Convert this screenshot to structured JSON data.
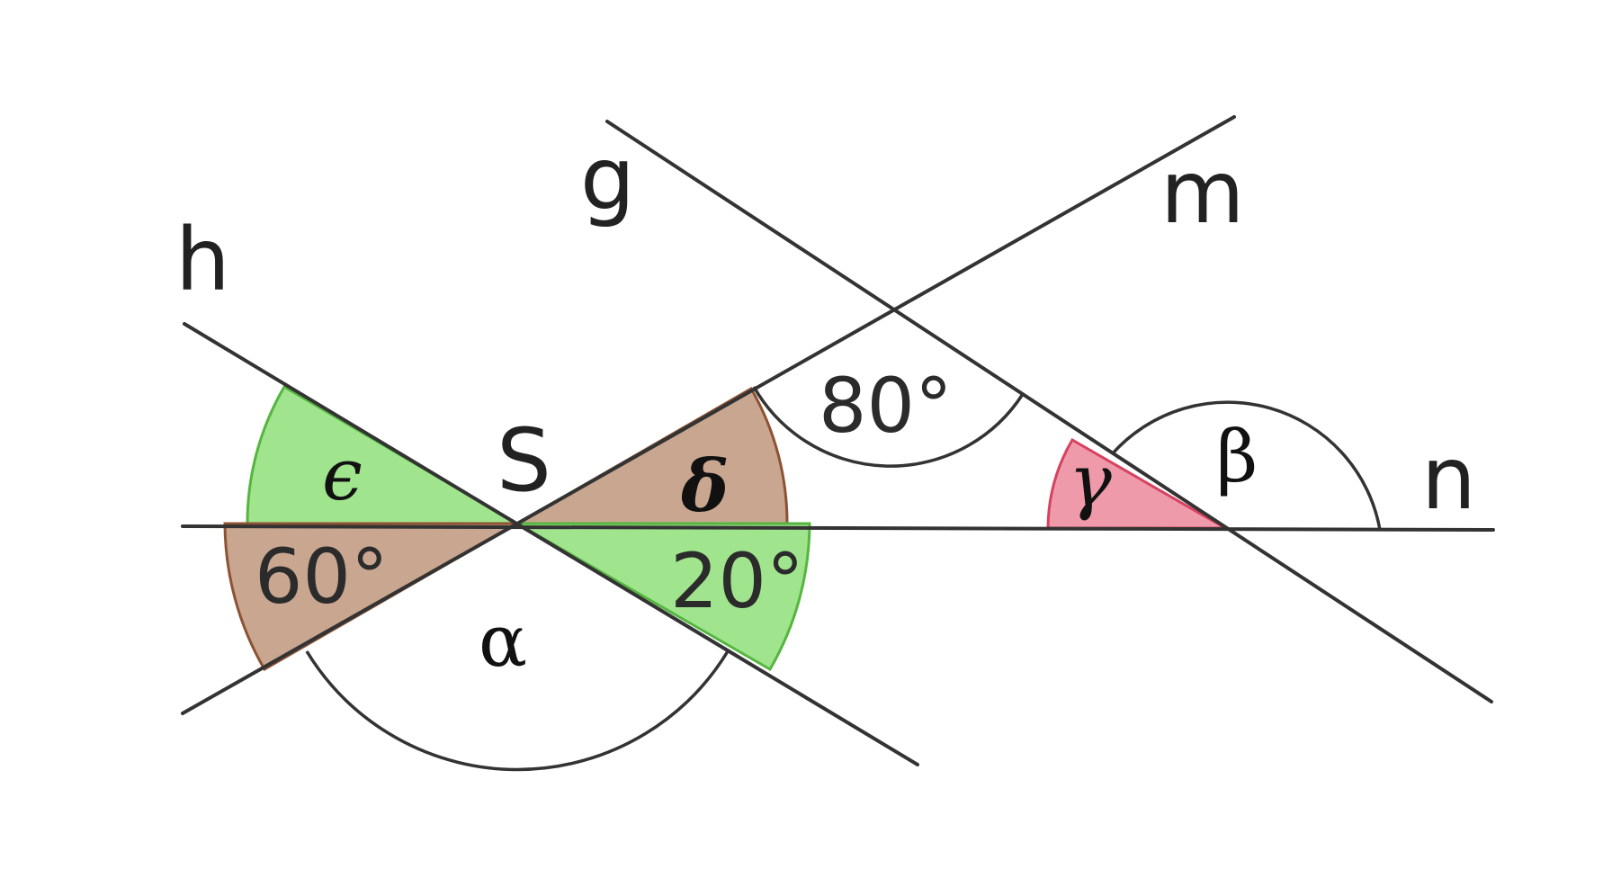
{
  "diagram": {
    "labels": {
      "h": "h",
      "g": "g",
      "m": "m",
      "n": "n",
      "S": "S"
    },
    "angles": {
      "alpha": "α",
      "beta": "β",
      "gamma": "γ",
      "delta": "δ",
      "epsilon": "ϵ",
      "given_60": "60°",
      "given_20": "20°",
      "given_80": "80°"
    },
    "colors": {
      "line": "#333333",
      "green_fill": "#a0e48e",
      "green_stroke": "#55b63f",
      "brown_fill": "#c9a68f",
      "brown_stroke": "#8c5233",
      "pink_fill": "#ef9aaa",
      "pink_stroke": "#d6425f"
    }
  }
}
